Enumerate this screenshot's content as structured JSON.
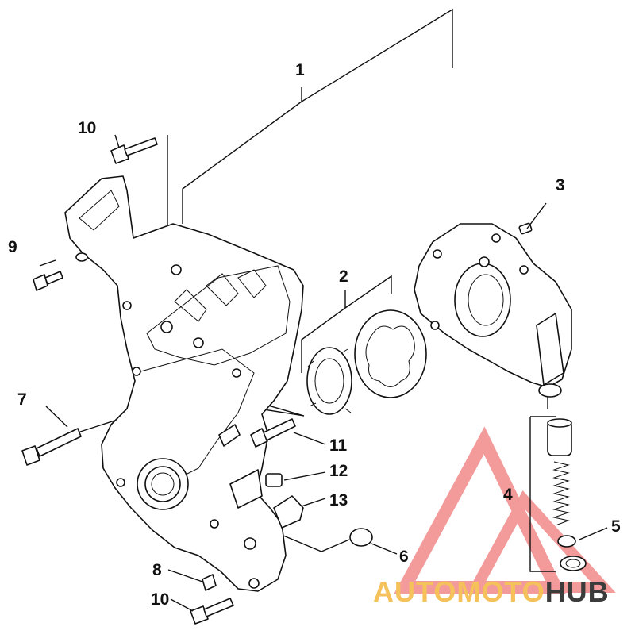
{
  "diagram": {
    "callouts": [
      {
        "id": "1",
        "label": "1"
      },
      {
        "id": "2",
        "label": "2"
      },
      {
        "id": "3",
        "label": "3"
      },
      {
        "id": "4",
        "label": "4"
      },
      {
        "id": "5",
        "label": "5"
      },
      {
        "id": "6",
        "label": "6"
      },
      {
        "id": "7",
        "label": "7"
      },
      {
        "id": "8",
        "label": "8"
      },
      {
        "id": "9",
        "label": "9"
      },
      {
        "id": "10a",
        "label": "10"
      },
      {
        "id": "10b",
        "label": "10"
      },
      {
        "id": "11",
        "label": "11"
      },
      {
        "id": "12",
        "label": "12"
      },
      {
        "id": "13",
        "label": "13"
      }
    ]
  },
  "watermark": {
    "part1": "AUTO",
    "part2": "MOTO",
    "part3": "HUB",
    "colors": {
      "accent": "#f04e4e",
      "gold": "#f5c15a",
      "dark": "#3b3b3b"
    }
  }
}
